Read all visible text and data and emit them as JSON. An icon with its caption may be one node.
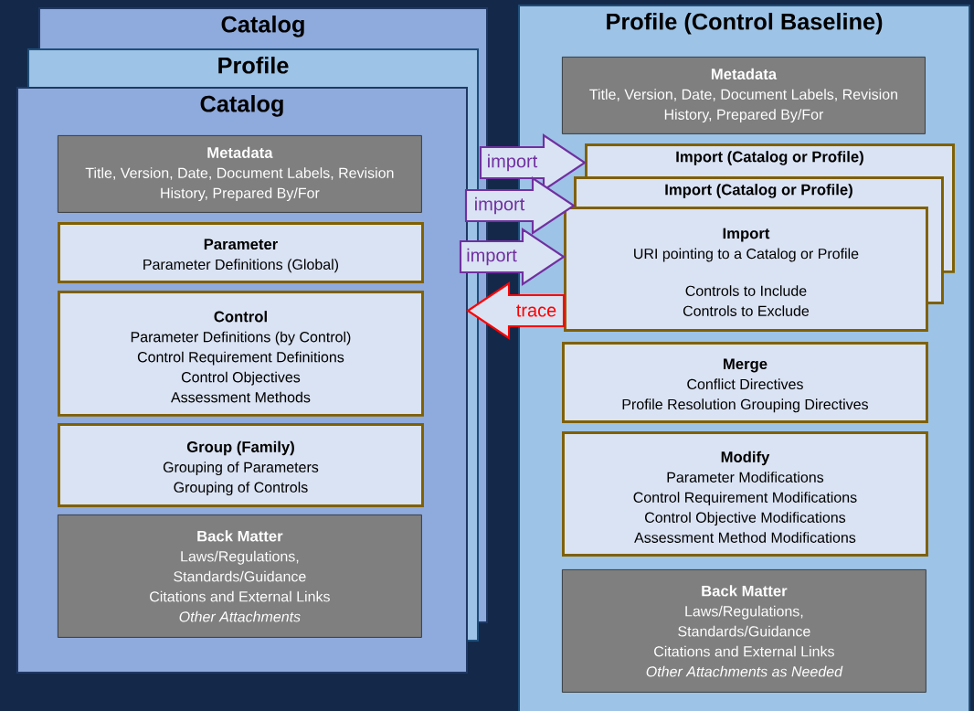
{
  "diagram": {
    "nodes": [
      {
        "text": [
          "Catalog"
        ]
      },
      {
        "text": [
          "Profile"
        ]
      },
      {
        "text": [
          "Catalog"
        ]
      },
      {
        "text": [
          "Metadata",
          "Title, Version, Date, Document Labels, Revision History, Prepared By/For"
        ],
        "in": 2
      },
      {
        "text": [
          "Parameter",
          "Parameter Definitions (Global)"
        ],
        "in": 2
      },
      {
        "text": [
          "Control",
          "Parameter Definitions (by Control)",
          "Control Requirement Definitions",
          "Control Objectives",
          "Assessment Methods"
        ],
        "in": 2
      },
      {
        "text": [
          "Group (Family)",
          "Grouping of Parameters",
          "Grouping of Controls"
        ],
        "in": 2
      },
      {
        "text": [
          "Back Matter",
          "Laws/Regulations, Standards/Guidance",
          "Citations and External Links",
          "Other Attachments"
        ],
        "in": 2
      },
      {
        "text": [
          "Profile (Control Baseline)"
        ]
      },
      {
        "text": [
          "Metadata",
          "Title, Version, Date, Document Labels, Revision History, Prepared By/For"
        ],
        "in": 8
      },
      {
        "text": [
          "Import (Catalog or Profile)"
        ],
        "in": 8
      },
      {
        "text": [
          "Import (Catalog or Profile)"
        ],
        "in": 8
      },
      {
        "text": [
          "Import",
          "URI pointing to a Catalog or Profile",
          "Controls to Include",
          "Controls to Exclude"
        ],
        "in": 8
      },
      {
        "text": [
          "Merge",
          "Conflict Directives",
          "Profile Resolution Grouping Directives"
        ],
        "in": 8
      },
      {
        "text": [
          "Modify",
          "Parameter Modifications",
          "Control Requirement Modifications",
          "Control Objective Modifications",
          "Assessment Method Modifications"
        ],
        "in": 8
      },
      {
        "text": [
          "Back Matter",
          "Laws/Regulations, Standards/Guidance",
          "Citations and External Links",
          "Other Attachments as Needed"
        ],
        "in": 8
      }
    ],
    "edges": [
      {
        "from": 0,
        "to": 10,
        "arrow": "to",
        "label": "import"
      },
      {
        "from": 1,
        "to": 11,
        "arrow": "to",
        "label": "import"
      },
      {
        "from": 2,
        "to": 12,
        "arrow": "to",
        "label": "import"
      },
      {
        "from": 12,
        "to": 2,
        "arrow": "to",
        "label": "trace",
        "color": "#ff0000"
      }
    ]
  }
}
